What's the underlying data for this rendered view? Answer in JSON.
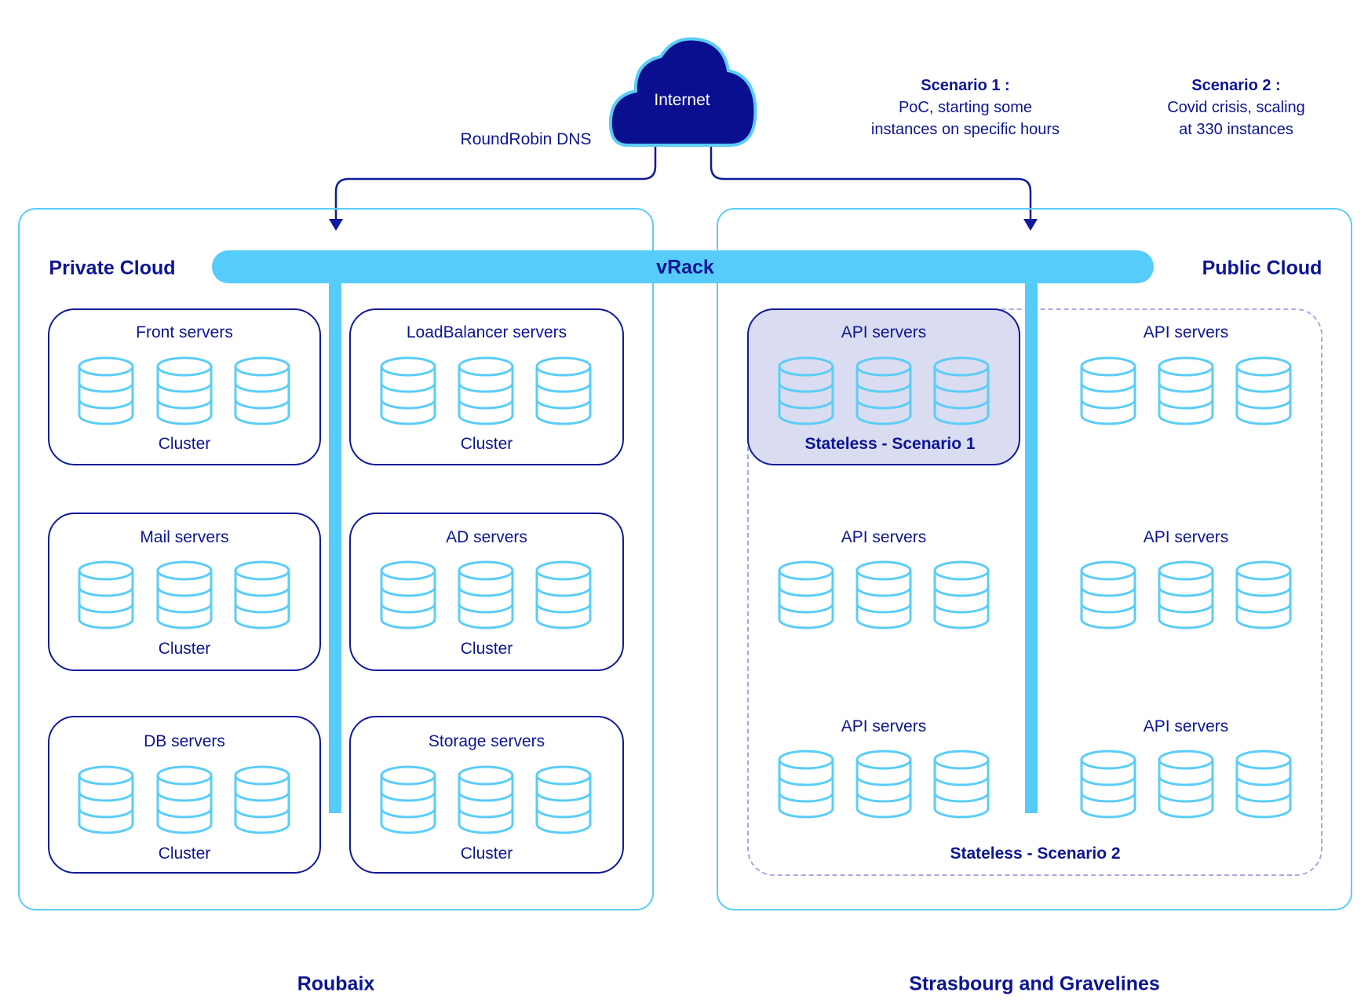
{
  "internet": {
    "label": "Internet",
    "dns_label": "RoundRobin DNS"
  },
  "scenarios": [
    {
      "title": "Scenario 1 :",
      "lines": [
        "PoC, starting some",
        "instances on specific hours"
      ]
    },
    {
      "title": "Scenario 2 :",
      "lines": [
        "Covid crisis, scaling",
        "at 330 instances"
      ]
    }
  ],
  "vrack": {
    "label": "vRack"
  },
  "private_cloud": {
    "title": "Private Cloud",
    "location": "Roubaix",
    "clusters": [
      {
        "heading": "Front servers",
        "footer": "Cluster"
      },
      {
        "heading": "LoadBalancer servers",
        "footer": "Cluster"
      },
      {
        "heading": "Mail servers",
        "footer": "Cluster"
      },
      {
        "heading": "AD servers",
        "footer": "Cluster"
      },
      {
        "heading": "DB servers",
        "footer": "Cluster"
      },
      {
        "heading": "Storage servers",
        "footer": "Cluster"
      }
    ]
  },
  "public_cloud": {
    "title": "Public Cloud",
    "location": "Strasbourg and Gravelines",
    "scenario1_label": "Stateless - Scenario 1",
    "scenario2_label": "Stateless - Scenario 2",
    "groups": [
      {
        "heading": "API servers"
      },
      {
        "heading": "API servers"
      },
      {
        "heading": "API servers"
      },
      {
        "heading": "API servers"
      },
      {
        "heading": "API servers"
      },
      {
        "heading": "API servers"
      }
    ]
  },
  "colors": {
    "navy": "#0c1593",
    "cyan": "#55ccfa",
    "cloud_fill": "#0a0f8f",
    "scenario1_fill": "#dadcf1",
    "dashed_border": "#a7a9dc"
  }
}
